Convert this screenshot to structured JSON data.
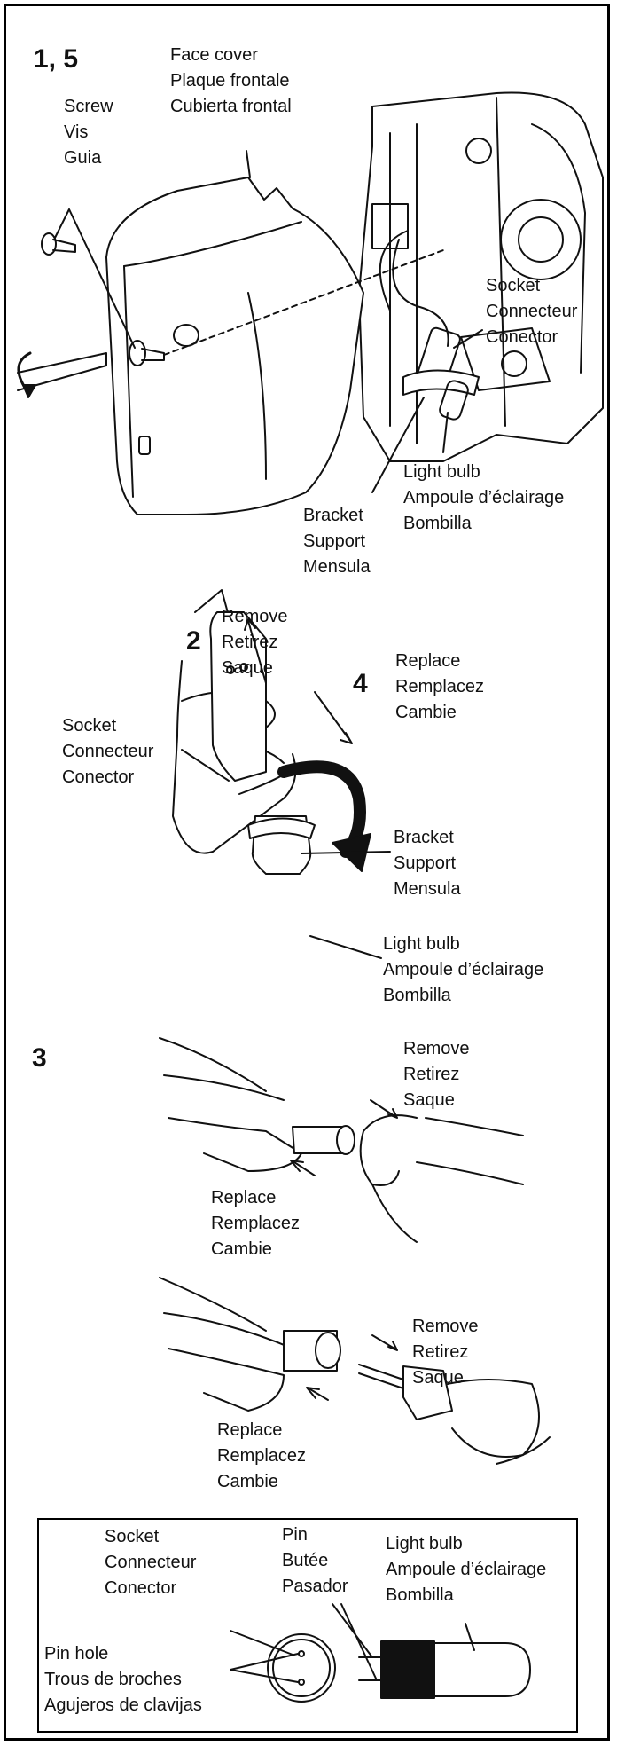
{
  "steps": {
    "first": "1, 5",
    "remove_step": "2",
    "replace_step": "4",
    "third": "3"
  },
  "section1": {
    "face_cover": [
      "Face cover",
      "Plaque frontale",
      "Cubierta frontal"
    ],
    "screw": [
      "Screw",
      "Vis",
      "Guia"
    ],
    "socket": [
      "Socket",
      "Connecteur",
      "Conector"
    ],
    "light_bulb": [
      "Light bulb",
      "Ampoule d’éclairage",
      "Bombilla"
    ],
    "bracket": [
      "Bracket",
      "Support",
      "Mensula"
    ]
  },
  "section2": {
    "remove": [
      "Remove",
      "Retirez",
      "Saque"
    ],
    "replace": [
      "Replace",
      "Remplacez",
      "Cambie"
    ],
    "socket": [
      "Socket",
      "Connecteur",
      "Conector"
    ],
    "bracket": [
      "Bracket",
      "Support",
      "Mensula"
    ],
    "light_bulb": [
      "Light bulb",
      "Ampoule d’éclairage",
      "Bombilla"
    ]
  },
  "section3": {
    "top_remove": [
      "Remove",
      "Retirez",
      "Saque"
    ],
    "top_replace": [
      "Replace",
      "Remplacez",
      "Cambie"
    ],
    "bottom_remove": [
      "Remove",
      "Retirez",
      "Saque"
    ],
    "bottom_replace": [
      "Replace",
      "Remplacez",
      "Cambie"
    ]
  },
  "detail": {
    "socket": [
      "Socket",
      "Connecteur",
      "Conector"
    ],
    "pin": [
      "Pin",
      "Butée",
      "Pasador"
    ],
    "light_bulb": [
      "Light bulb",
      "Ampoule d’éclairage",
      "Bombilla"
    ],
    "pin_hole": [
      "Pin hole",
      "Trous de broches",
      "Agujeros de clavijas"
    ]
  }
}
